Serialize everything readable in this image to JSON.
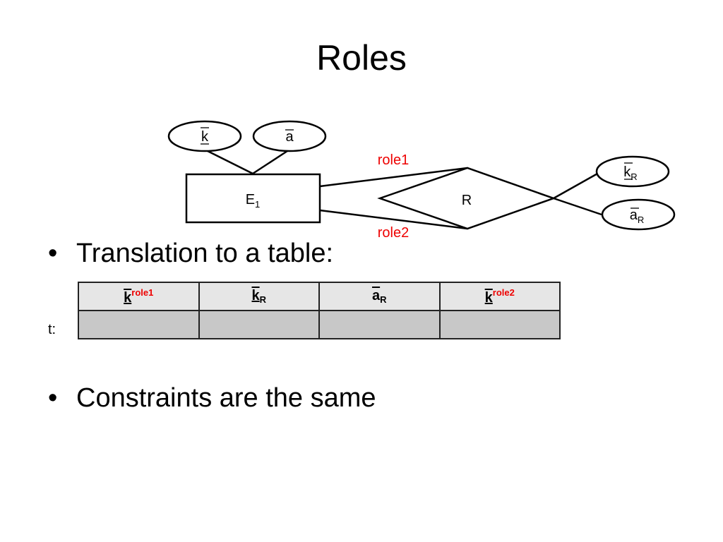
{
  "slide": {
    "title": "Roles",
    "bullets": [
      "Translation to a table:",
      "Constraints are the same"
    ],
    "bullet_char": "•"
  },
  "diagram": {
    "entity": {
      "base": "E",
      "sub": "1"
    },
    "relationship": "R",
    "entity_attrs": [
      {
        "text": "k",
        "style": "overline-underline"
      },
      {
        "text": "a",
        "style": "overline"
      }
    ],
    "rel_attrs": [
      {
        "base": "k",
        "sub": "R",
        "style": "overline-underline"
      },
      {
        "base": "a",
        "sub": "R",
        "style": "overline"
      }
    ],
    "role_labels": [
      "role1",
      "role2"
    ],
    "role_color": "#ee0000"
  },
  "table": {
    "row_label": "t:",
    "columns": [
      {
        "base": "k",
        "sup": "role1",
        "sub": ""
      },
      {
        "base": "k",
        "sup": "",
        "sub": "R"
      },
      {
        "base": "a",
        "sup": "",
        "sub": "R"
      },
      {
        "base": "k",
        "sup": "role2",
        "sub": ""
      }
    ],
    "header_fill": "#e6e6e6",
    "row_fill": "#c8c8c8"
  }
}
